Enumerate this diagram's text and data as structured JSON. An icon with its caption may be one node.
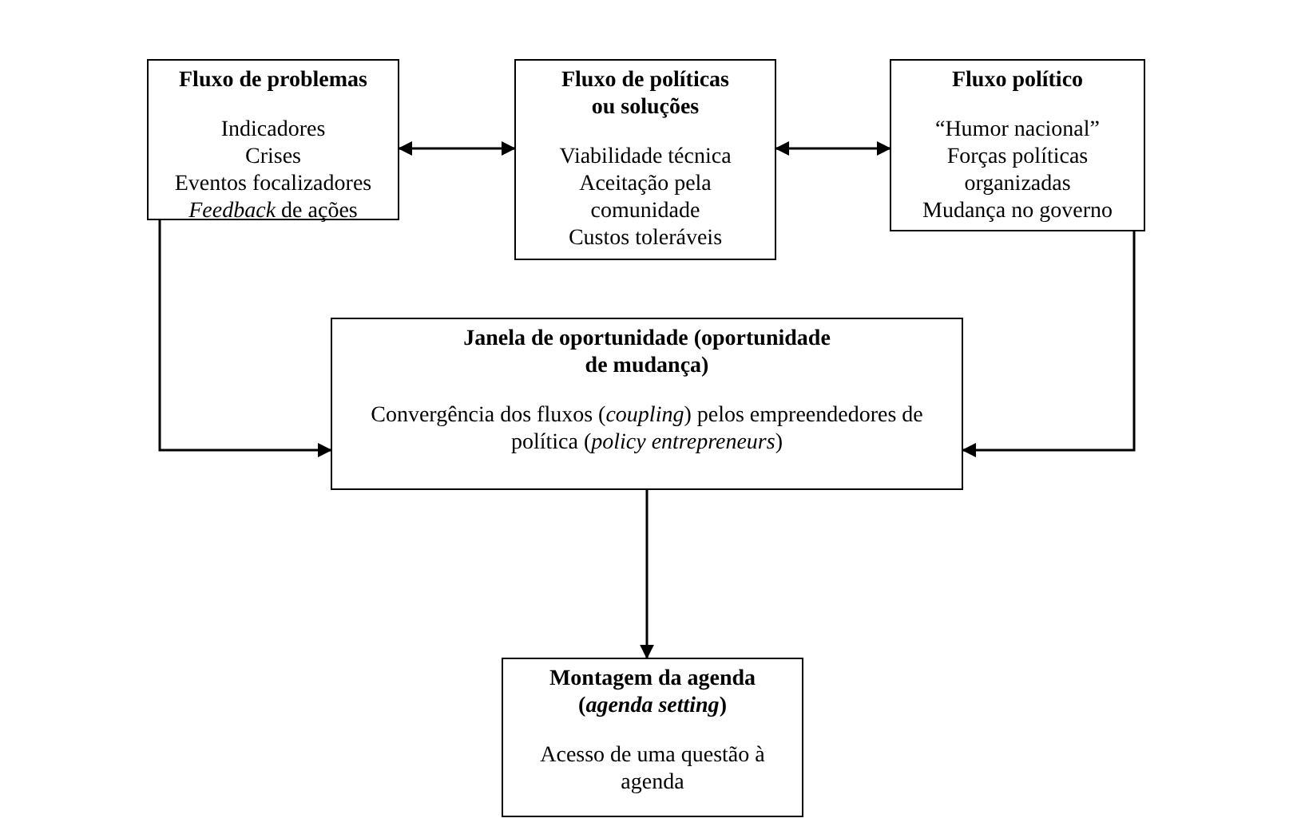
{
  "diagram": {
    "nodes": [
      {
        "text": [
          "Fluxo de problemas",
          "Indicadores",
          "Crises",
          "Eventos focalizadores",
          "*Feedback* de ações"
        ]
      },
      {
        "text": [
          "Fluxo de políticas ou soluções",
          "Viabilidade técnica",
          "Aceitação pela comunidade",
          "Custos toleráveis"
        ]
      },
      {
        "text": [
          "Fluxo político",
          "“Humor nacional”",
          "Forças políticas organizadas",
          "Mudança no governo"
        ]
      },
      {
        "text": [
          "Janela de oportunidade (oportunidade de mudança)",
          "Convergência dos fluxos (*coupling*) pelos empreendedores de política (*policy entrepreneurs*)"
        ]
      },
      {
        "text": [
          "Montagem da agenda (*agenda setting*)",
          "Acesso de uma questão à agenda"
        ]
      }
    ],
    "edges": [
      {
        "from": 0,
        "to": 1,
        "arrow": "both"
      },
      {
        "from": 1,
        "to": 2,
        "arrow": "both"
      },
      {
        "from": 0,
        "to": 3,
        "arrow": "to"
      },
      {
        "from": 2,
        "to": 3,
        "arrow": "to"
      },
      {
        "from": 3,
        "to": 4,
        "arrow": "to"
      }
    ]
  }
}
